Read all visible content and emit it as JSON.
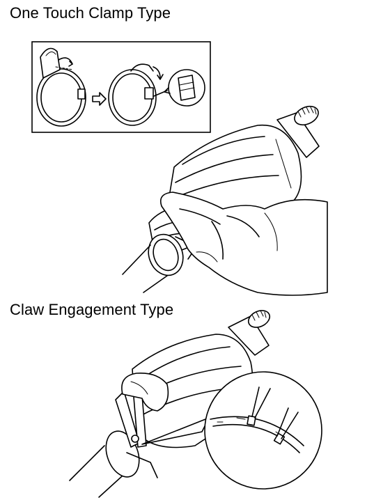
{
  "headings": {
    "one_touch": "One Touch Clamp Type",
    "claw": "Claw Engagement Type"
  },
  "icons": {
    "step_arrow": "hollow-right-arrow",
    "detail_callout": "magnified-circle-callout"
  }
}
